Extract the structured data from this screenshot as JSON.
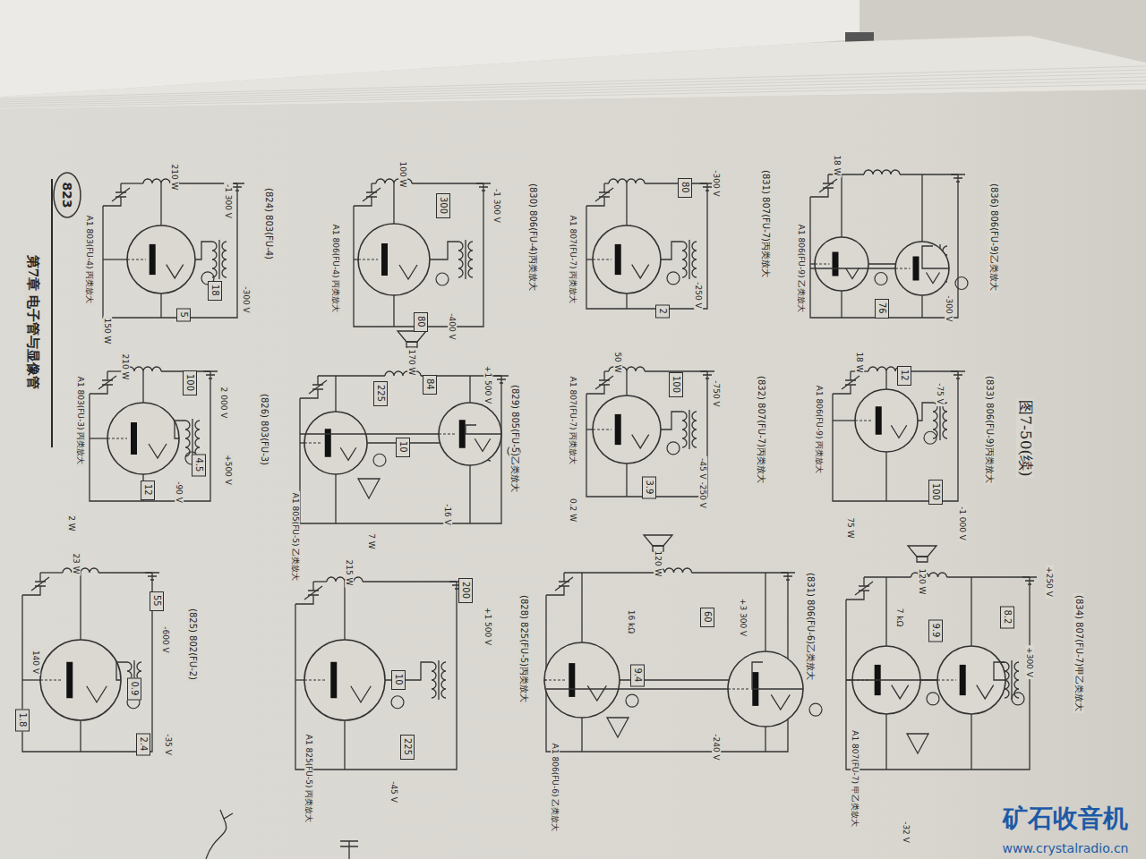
{
  "diagram": {
    "title": "第7章 电子管与显像管",
    "caption": "图7-50(续)",
    "nodes": [
      {
        "text": [
          "18"
        ]
      },
      {
        "text": [
          "5"
        ]
      },
      {
        "text": [
          "100"
        ]
      },
      {
        "text": [
          "4.5"
        ]
      },
      {
        "text": [
          "12"
        ]
      },
      {
        "text": [
          "55"
        ]
      },
      {
        "text": [
          "0.9"
        ]
      },
      {
        "text": [
          "1.8"
        ]
      },
      {
        "text": [
          "2.4"
        ]
      },
      {
        "text": [
          "300"
        ]
      },
      {
        "text": [
          "80"
        ]
      },
      {
        "text": [
          "225"
        ]
      },
      {
        "text": [
          "84"
        ]
      },
      {
        "text": [
          "10"
        ]
      },
      {
        "text": [
          "200"
        ]
      },
      {
        "text": [
          "10"
        ]
      },
      {
        "text": [
          "225"
        ]
      },
      {
        "text": [
          "80"
        ]
      },
      {
        "text": [
          "2"
        ]
      },
      {
        "text": [
          "100"
        ]
      },
      {
        "text": [
          "3.9"
        ]
      },
      {
        "text": [
          "60"
        ]
      },
      {
        "text": [
          "9.4"
        ]
      },
      {
        "text": [
          "76"
        ]
      },
      {
        "text": [
          "12"
        ]
      },
      {
        "text": [
          "100"
        ]
      },
      {
        "text": [
          "9.9"
        ]
      },
      {
        "text": [
          "8.2"
        ]
      }
    ],
    "labels": [
      "823",
      "A1 803(FU-4) 丙类放大",
      "210 W",
      "-1 300 V",
      "-300 V",
      "150 W",
      "(824) 803(FU-4)",
      "A1 803(FU-3) 丙类放大",
      "210 W",
      "2 000 V",
      "+500 V",
      "-90 V",
      "2 W",
      "(826) 803(FU-3)",
      "23 W",
      "-600 V",
      "140 V",
      "-35 V",
      "(825) 802(FU-2)",
      "A1 806(FU-4) 丙类放大",
      "100 W",
      "-1 300 V",
      "-400 V",
      "(830) 806(FU-4)丙类放大",
      "A1 805(FU-5) 乙类放大",
      "170 W",
      "+1 500 V",
      "-16 V",
      "7 W",
      "(829) 805(FU-5)乙类放大",
      "A1 825(FU-5) 丙类放大",
      "215 W",
      "+1 500 V",
      "-45 V",
      "(828) 825(FU-5)丙类放大",
      "A1 807(FU-7) 丙类放大",
      "-300 V",
      "-250 V",
      "(831) 807(FU-7)丙类放大",
      "A1 807(FU-7) 丙类放大",
      "50 W",
      "-750 V",
      "-45 V -250 V",
      "0.2 W",
      "(832) 807(FU-7)丙类放大",
      "120 W",
      "16 kΩ",
      "+3 300 V",
      "-240 V",
      "A1 806(FU-6) 乙类放大",
      "(831) 806(FU-6)乙类放大",
      "A1 806(FU-9) 乙类放大",
      "18 W",
      "-300 V",
      "(836) 806(FU-9)乙类放大",
      "A1 806(FU-9) 丙类放大",
      "18 W",
      "-75 V",
      "-1 000 V",
      "75 W",
      "(833) 806(FU-9)丙类放大",
      "A1 807(FU-7) 甲乙类放大",
      "120 W",
      "7 kΩ",
      "+250 V",
      "+300 V",
      "-32 V",
      "(834) 807(FU-7)甲乙类放大",
      "矿石收音机",
      "www.crystalradio.cn"
    ]
  }
}
